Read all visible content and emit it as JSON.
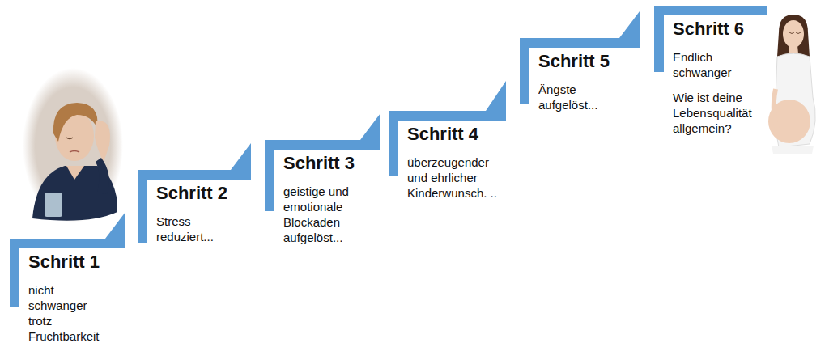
{
  "diagram": {
    "nodes": [
      {
        "text": [
          "Schritt 1",
          "nicht schwanger trotz Fruchtbarkeit"
        ]
      },
      {
        "text": [
          "Schritt 2",
          "Stress reduziert..."
        ]
      },
      {
        "text": [
          "Schritt 3",
          "geistige und emotionale Blockaden aufgelöst..."
        ]
      },
      {
        "text": [
          "Schritt 4",
          "überzeugender und ehrlicher Kinderwunsch. .."
        ]
      },
      {
        "text": [
          "Schritt 5",
          "Ängste aufgelöst..."
        ]
      },
      {
        "text": [
          "Schritt 6",
          "Endlich schwanger",
          "Wie ist deine Lebensqualität allgemein?"
        ]
      }
    ]
  }
}
